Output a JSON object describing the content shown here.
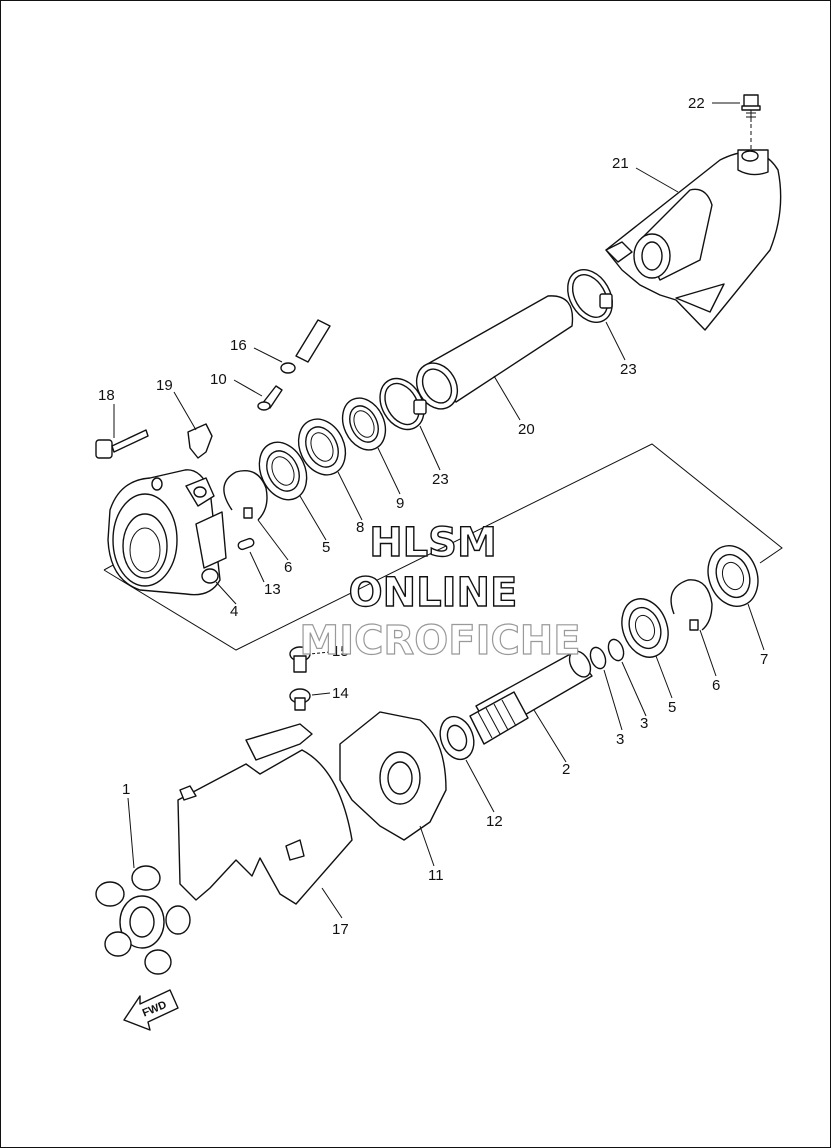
{
  "diagram": {
    "callouts": [
      {
        "id": "c22",
        "label": "22"
      },
      {
        "id": "c21",
        "label": "21"
      },
      {
        "id": "c23a",
        "label": "23"
      },
      {
        "id": "c16",
        "label": "16"
      },
      {
        "id": "c10",
        "label": "10"
      },
      {
        "id": "c19",
        "label": "19"
      },
      {
        "id": "c18",
        "label": "18"
      },
      {
        "id": "c20",
        "label": "20"
      },
      {
        "id": "c23b",
        "label": "23"
      },
      {
        "id": "c9",
        "label": "9"
      },
      {
        "id": "c8",
        "label": "8"
      },
      {
        "id": "c5a",
        "label": "5"
      },
      {
        "id": "c6a",
        "label": "6"
      },
      {
        "id": "c13",
        "label": "13"
      },
      {
        "id": "c4",
        "label": "4"
      },
      {
        "id": "c15",
        "label": "15"
      },
      {
        "id": "c14",
        "label": "14"
      },
      {
        "id": "c7",
        "label": "7"
      },
      {
        "id": "c6b",
        "label": "6"
      },
      {
        "id": "c5b",
        "label": "5"
      },
      {
        "id": "c3a",
        "label": "3"
      },
      {
        "id": "c3b",
        "label": "3"
      },
      {
        "id": "c2",
        "label": "2"
      },
      {
        "id": "c12",
        "label": "12"
      },
      {
        "id": "c11",
        "label": "11"
      },
      {
        "id": "c1",
        "label": "1"
      },
      {
        "id": "c17",
        "label": "17"
      }
    ],
    "fwd_label": "FWD"
  },
  "watermark": {
    "line1": "HLSM",
    "line2": "ONLINE",
    "line3": "MICROFICHE"
  }
}
